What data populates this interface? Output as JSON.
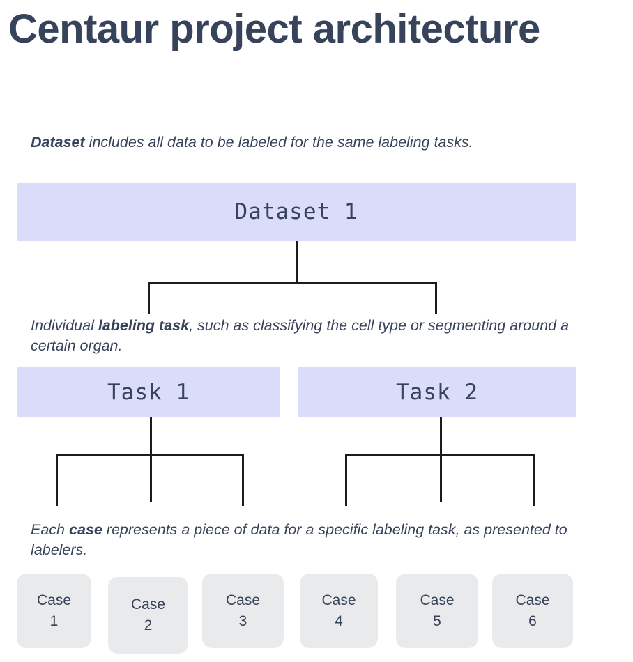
{
  "title": "Centaur project architecture",
  "captions": {
    "dataset": {
      "lead": "Dataset",
      "rest": " includes all data to be labeled for the same labeling tasks."
    },
    "task": {
      "pre": "Individual ",
      "lead": "labeling task",
      "rest": ", such as classifying the cell type or segmenting around a certain organ."
    },
    "case": {
      "pre": "Each ",
      "lead": "case",
      "rest": " represents a piece of data for a specific labeling task, as presented to labelers."
    }
  },
  "nodes": {
    "dataset": {
      "label": "Dataset 1"
    },
    "tasks": [
      {
        "label": "Task 1"
      },
      {
        "label": "Task 2"
      }
    ],
    "cases": [
      {
        "word": "Case",
        "num": "1"
      },
      {
        "word": "Case",
        "num": "2"
      },
      {
        "word": "Case",
        "num": "3"
      },
      {
        "word": "Case",
        "num": "4"
      },
      {
        "word": "Case",
        "num": "5"
      },
      {
        "word": "Case",
        "num": "6"
      }
    ]
  },
  "colors": {
    "node_fill": "#dbdcf9",
    "case_fill": "#e8eaec",
    "text": "#37435a",
    "line": "#1b1b20",
    "background": "#ffffff"
  },
  "chart_data": {
    "type": "tree",
    "title": "Centaur project architecture",
    "levels": [
      "dataset",
      "task",
      "case"
    ],
    "nodes": [
      {
        "id": "dataset-1",
        "label": "Dataset 1",
        "level": "dataset",
        "parent": null
      },
      {
        "id": "task-1",
        "label": "Task 1",
        "level": "task",
        "parent": "dataset-1"
      },
      {
        "id": "task-2",
        "label": "Task 2",
        "level": "task",
        "parent": "dataset-1"
      },
      {
        "id": "case-1",
        "label": "Case 1",
        "level": "case",
        "parent": "task-1"
      },
      {
        "id": "case-2",
        "label": "Case 2",
        "level": "case",
        "parent": "task-1"
      },
      {
        "id": "case-3",
        "label": "Case 3",
        "level": "case",
        "parent": "task-1"
      },
      {
        "id": "case-4",
        "label": "Case 4",
        "level": "case",
        "parent": "task-2"
      },
      {
        "id": "case-5",
        "label": "Case 5",
        "level": "case",
        "parent": "task-2"
      },
      {
        "id": "case-6",
        "label": "Case 6",
        "level": "case",
        "parent": "task-2"
      }
    ]
  }
}
